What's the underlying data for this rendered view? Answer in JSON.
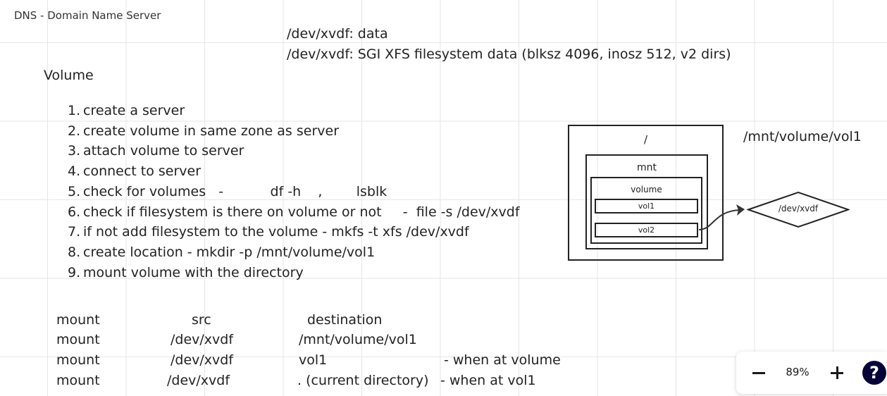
{
  "board": {
    "title": "DNS - Domain Name Server",
    "file_output": [
      "/dev/xvdf: data",
      "/dev/xvdf: SGI XFS filesystem data (blksz 4096, inosz 512, v2 dirs)"
    ],
    "volume_heading": "Volume",
    "steps": [
      {
        "num": "1.",
        "text": "create a server"
      },
      {
        "num": "2.",
        "text": "create volume in same zone as server"
      },
      {
        "num": "3.",
        "text": "attach volume to server"
      },
      {
        "num": "4.",
        "text": "connect to server"
      },
      {
        "num": "5.",
        "text": "check for volumes   -           df -h    ,        lsblk"
      },
      {
        "num": "6.",
        "text": "check if filesystem is there on volume or not     -  file -s /dev/xvdf"
      },
      {
        "num": "7.",
        "text": "if not add filesystem to the volume - mkfs -t xfs /dev/xvdf"
      },
      {
        "num": "8.",
        "text": "create location - mkdir -p /mnt/volume/vol1"
      },
      {
        "num": "9.",
        "text": "mount volume with the directory"
      }
    ],
    "mount_table": {
      "headers": [
        "mount",
        "src",
        "destination"
      ],
      "rows": [
        {
          "cmd": "mount",
          "src": "/dev/xvdf",
          "dest": "/mnt/volume/vol1",
          "note": ""
        },
        {
          "cmd": "mount",
          "src": "/dev/xvdf",
          "dest": "vol1",
          "note": "- when at volume"
        },
        {
          "cmd": "mount",
          "src": "/dev/xvdf",
          "dest": ". (current directory)",
          "note": "- when at vol1"
        }
      ]
    },
    "diagram": {
      "root": "/",
      "mnt": "mnt",
      "volume": "volume",
      "vol1": "vol1",
      "vol2": "vol2",
      "device": "/dev/xvdf",
      "mount_path": "/mnt/volume/vol1"
    }
  },
  "zoom": {
    "level": "89%",
    "minus_icon": "minus-icon",
    "plus_icon": "plus-icon",
    "help_icon": "help-icon",
    "help_glyph": "?"
  }
}
